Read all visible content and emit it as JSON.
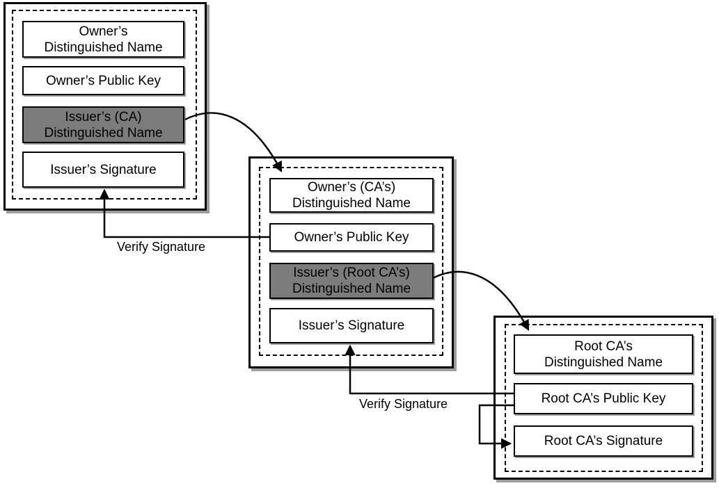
{
  "certs": [
    {
      "name": "owner-certificate",
      "fields": [
        {
          "label": "Owner’s\nDistinguished Name",
          "highlighted": false
        },
        {
          "label": "Owner’s Public Key",
          "highlighted": false
        },
        {
          "label": "Issuer’s (CA)\nDistinguished Name",
          "highlighted": true
        },
        {
          "label": "Issuer’s Signature",
          "highlighted": false
        }
      ]
    },
    {
      "name": "ca-certificate",
      "fields": [
        {
          "label": "Owner’s (CA’s)\nDistinguished Name",
          "highlighted": false
        },
        {
          "label": "Owner’s Public Key",
          "highlighted": false
        },
        {
          "label": "Issuer’s (Root CA’s)\nDistinguished Name",
          "highlighted": true
        },
        {
          "label": "Issuer’s Signature",
          "highlighted": false
        }
      ]
    },
    {
      "name": "root-ca-certificate",
      "fields": [
        {
          "label": "Root CA’s\nDistinguished Name",
          "highlighted": false
        },
        {
          "label": "Root CA’s Public Key",
          "highlighted": false
        },
        {
          "label": "Root CA’s Signature",
          "highlighted": false
        }
      ]
    }
  ],
  "labels": {
    "verify_signature_1": "Verify Signature",
    "verify_signature_2": "Verify Signature"
  },
  "edges": [
    {
      "from": "owner-certificate.issuer-ca-distinguished-name",
      "to": "ca-certificate.owner-distinguished-name",
      "style": "curved-arrow",
      "label": ""
    },
    {
      "from": "ca-certificate.issuer-root-ca-distinguished-name",
      "to": "root-ca-certificate.distinguished-name",
      "style": "curved-arrow",
      "label": ""
    },
    {
      "from": "ca-certificate.owner-public-key",
      "to": "owner-certificate.issuer-signature",
      "style": "elbow-arrow",
      "label": "Verify Signature"
    },
    {
      "from": "root-ca-certificate.public-key",
      "to": "ca-certificate.issuer-signature",
      "style": "elbow-arrow",
      "label": "Verify Signature"
    },
    {
      "from": "root-ca-certificate.public-key",
      "to": "root-ca-certificate.signature",
      "style": "self-loop",
      "label": ""
    }
  ],
  "colors": {
    "highlight_fill": "#7c7c7c",
    "field_fill": "#ffffff",
    "line": "#000000",
    "shadow": "#9e9e9e",
    "background": "#ffffff"
  }
}
